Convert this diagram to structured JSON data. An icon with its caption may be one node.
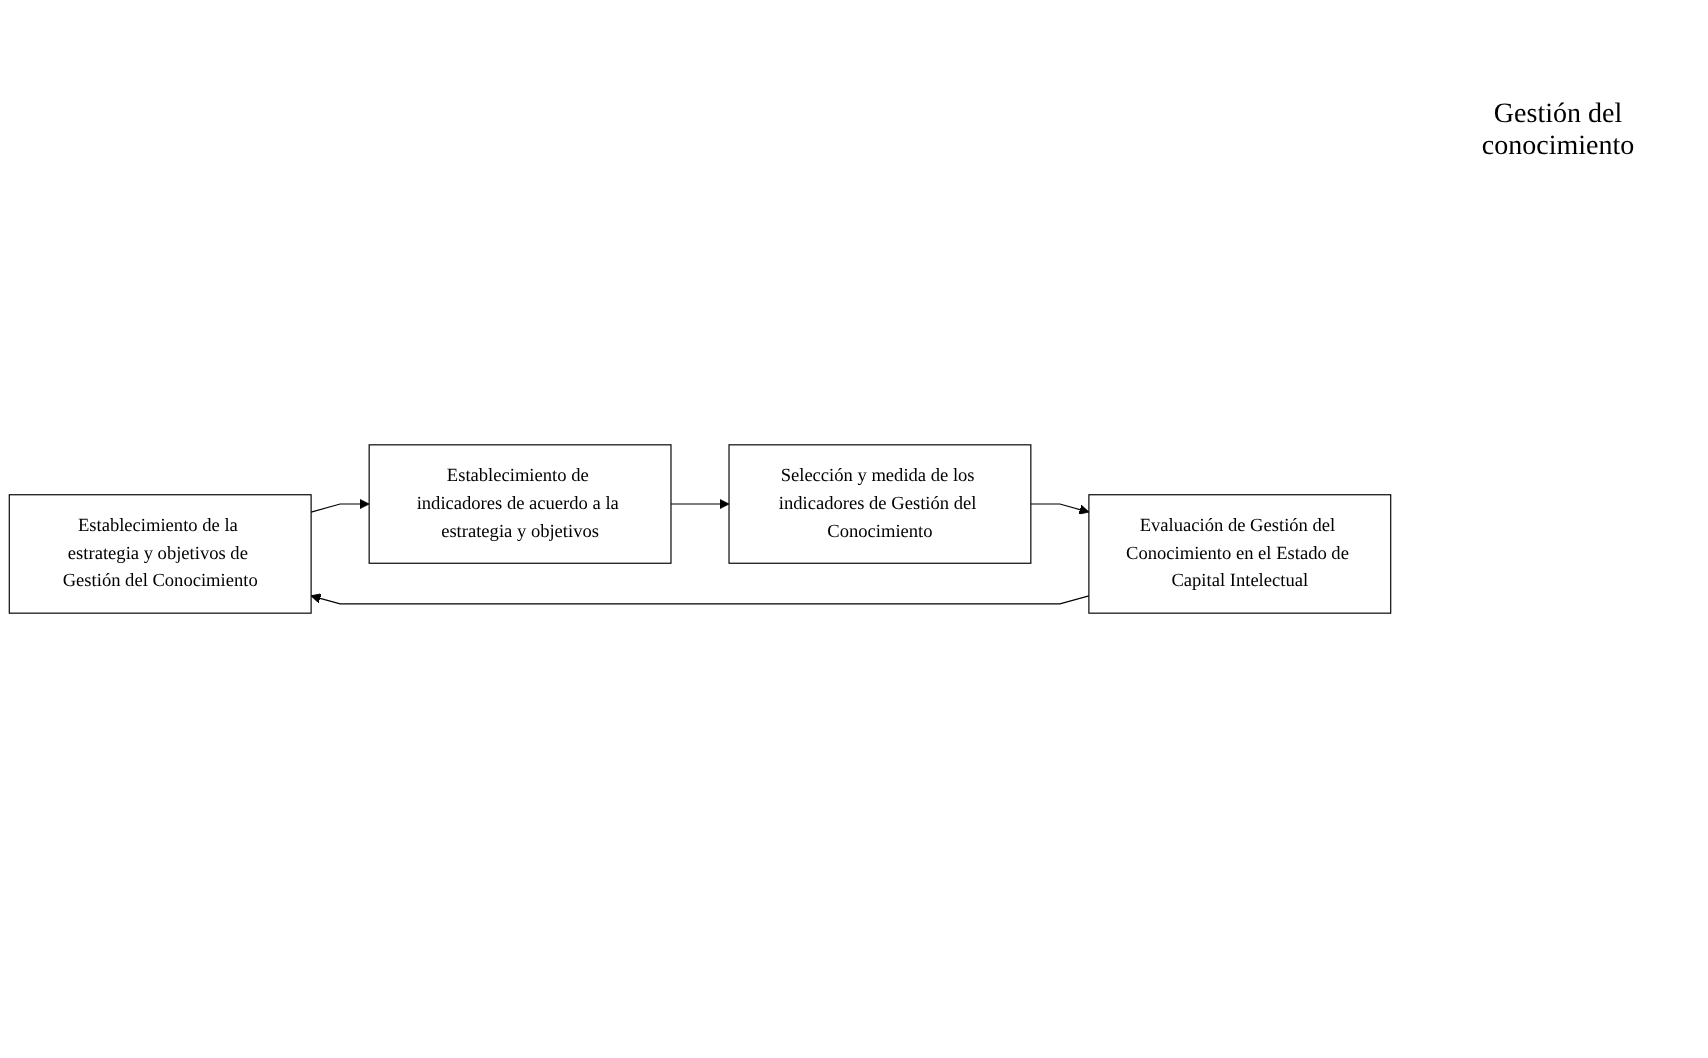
{
  "diagram": {
    "nodes": [
      {
        "text": [
          "Establecimiento de la estrategia y objetivos de Gestión del Conocimiento"
        ]
      },
      {
        "text": [
          "Establecimiento de indicadores de acuerdo a la estrategia y objetivos"
        ]
      },
      {
        "text": [
          "Selección y medida de los indicadores de Gestión del Conocimiento"
        ]
      },
      {
        "text": [
          "Evaluación de Gestión del Conocimiento en el Estado de Capital Intelectual"
        ]
      }
    ],
    "edges": [
      {
        "from": 0,
        "to": 1,
        "arrow": "to"
      },
      {
        "from": 1,
        "to": 2,
        "arrow": "to"
      },
      {
        "from": 2,
        "to": 3,
        "arrow": "to"
      },
      {
        "from": 3,
        "to": 0,
        "arrow": "to"
      }
    ],
    "labels": [
      "Gestión del conocimiento"
    ]
  }
}
